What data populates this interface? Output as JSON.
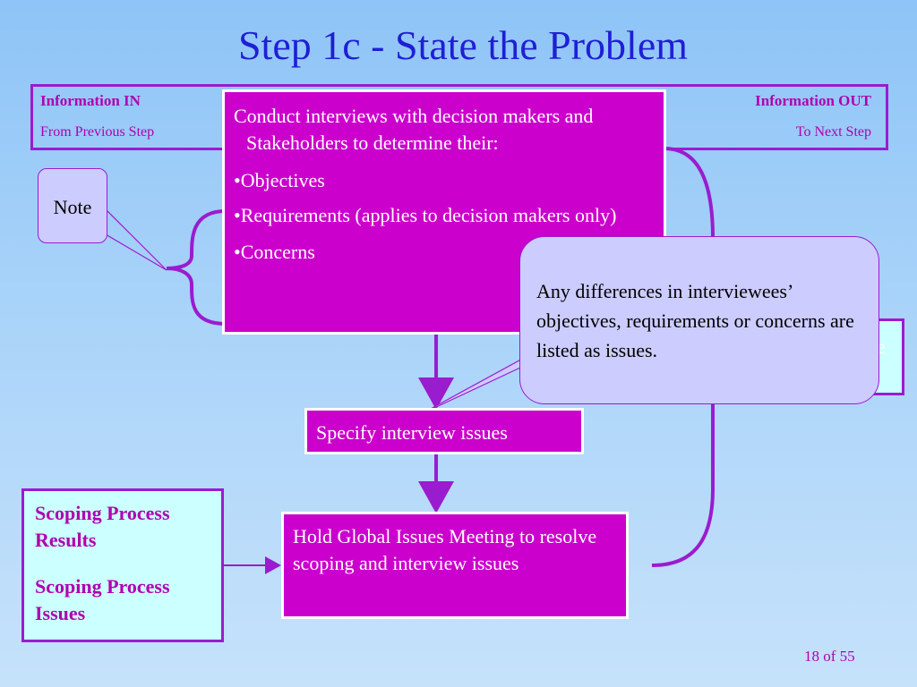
{
  "title": "Step 1c - State the Problem",
  "info": {
    "in_label": "Information IN",
    "in_sub": "From Previous Step",
    "out_label": "Information OUT",
    "out_sub": "To Next Step"
  },
  "note": {
    "label": "Note"
  },
  "interview_box": {
    "intro": "Conduct interviews with decision makers and Stakeholders to determine their:",
    "bullets": [
      "Objectives",
      "Requirements (applies to decision makers only)",
      "Concerns"
    ]
  },
  "callout": {
    "text": "Any differences in interviewees’ objectives, requirements or concerns are listed as issues."
  },
  "specify_box": {
    "label": "Specify interview issues"
  },
  "meeting_box": {
    "label": "Hold Global Issues Meeting to resolve scoping and interview issues"
  },
  "scoping": {
    "results": "Scoping Process Results",
    "issues": "Scoping Process Issues"
  },
  "right_box": {
    "partial": "e"
  },
  "page": {
    "number": "18 of 55"
  },
  "colors": {
    "title": "#1f1fd6",
    "process_fill": "#cc00cc",
    "input_fill": "#ccffff",
    "note_fill": "#ccccff",
    "connector": "#9a1ccf"
  }
}
